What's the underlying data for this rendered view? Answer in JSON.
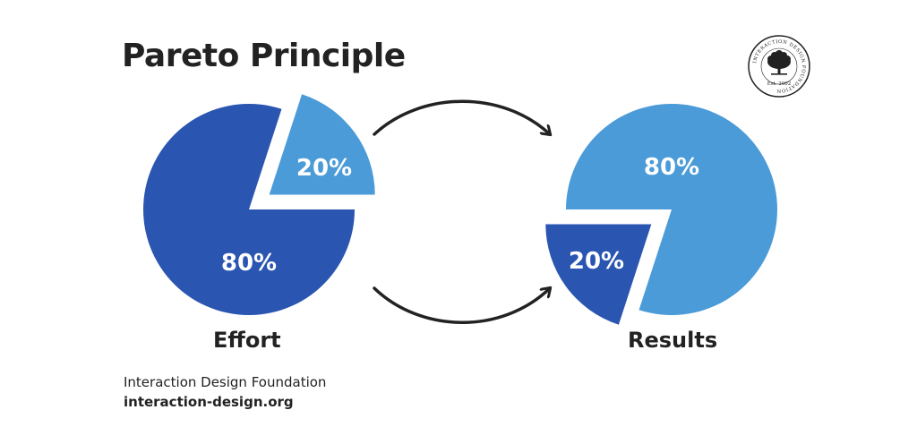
{
  "title": "Pareto Principle",
  "colors": {
    "dark_blue": "#2a55b1",
    "light_blue": "#4a9bd8",
    "text": "#222222"
  },
  "effort": {
    "caption": "Effort",
    "small_label": "20%",
    "large_label": "80%",
    "small_share": 20,
    "large_share": 80
  },
  "results": {
    "caption": "Results",
    "small_label": "20%",
    "large_label": "80%",
    "small_share": 20,
    "large_share": 80
  },
  "logo": {
    "ring_text": "INTERACTION DESIGN FOUNDATION",
    "est": "Est. 2002",
    "icon": "tree-icon"
  },
  "footer": {
    "name": "Interaction Design Foundation",
    "url": "interaction-design.org"
  }
}
